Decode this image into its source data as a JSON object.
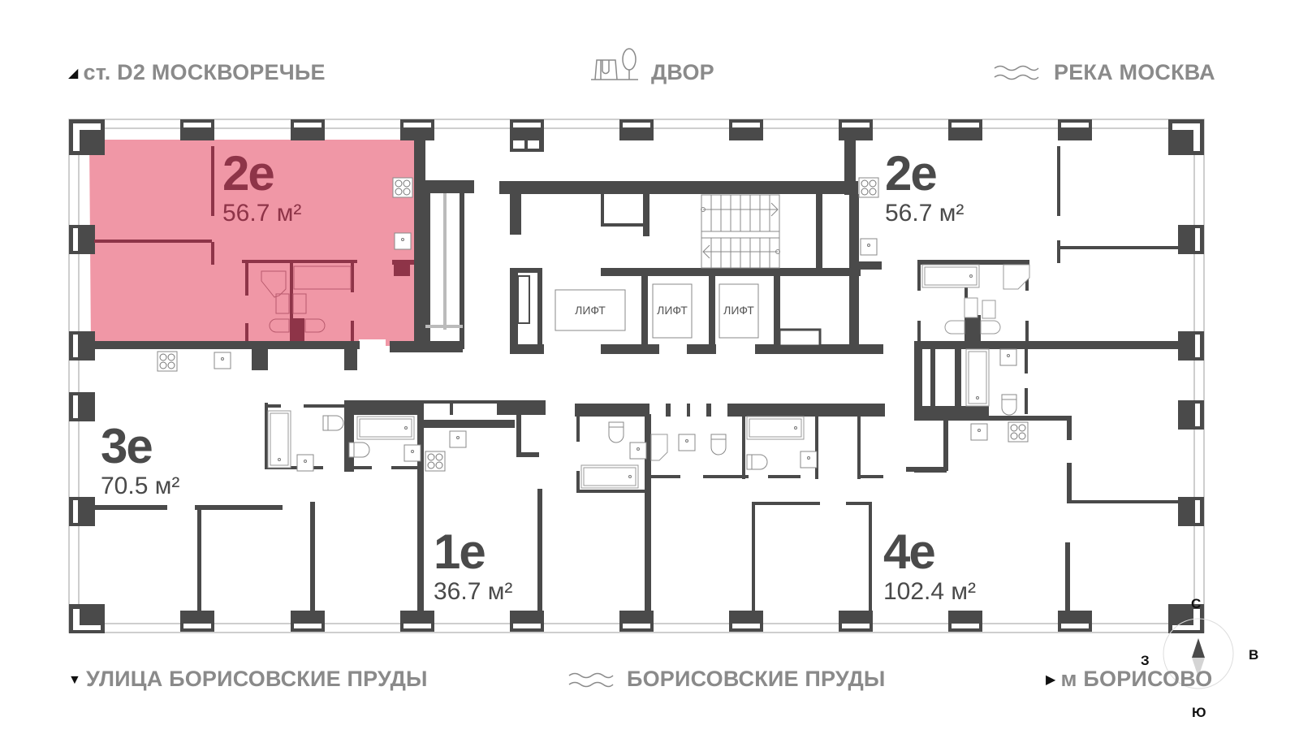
{
  "header": {
    "left_label": "ст. D2 МОСКВОРЕЧЬЕ",
    "left_icon": "triangle-pointer-icon",
    "center_label": "ДВОР",
    "center_icon": "courtyard-playground-tree-icon",
    "right_label": "РЕКА МОСКВА",
    "right_icon": "water-waves-icon"
  },
  "footer": {
    "left_label": "УЛИЦА БОРИСОВСКИЕ ПРУДЫ",
    "left_icon": "triangle-down-icon",
    "center_label": "БОРИСОВСКИЕ ПРУДЫ",
    "center_icon": "water-waves-icon",
    "right_label": "м БОРИСОВО",
    "right_icon": "triangle-right-icon"
  },
  "apartments": [
    {
      "id": "apt-2e-left",
      "type": "2е",
      "area": "56.7 м²",
      "selected": true
    },
    {
      "id": "apt-2e-right",
      "type": "2е",
      "area": "56.7 м²",
      "selected": false
    },
    {
      "id": "apt-3e",
      "type": "3е",
      "area": "70.5 м²",
      "selected": false
    },
    {
      "id": "apt-1e",
      "type": "1е",
      "area": "36.7 м²",
      "selected": false
    },
    {
      "id": "apt-4e",
      "type": "4е",
      "area": "102.4 м²",
      "selected": false
    }
  ],
  "lifts": [
    "ЛИФТ",
    "ЛИФТ",
    "ЛИФТ"
  ],
  "compass": {
    "north": "С",
    "south": "Ю",
    "east": "В",
    "west": "З"
  },
  "colors": {
    "selected_fill": "#f097a6",
    "selected_text": "#8e3448",
    "wall": "#4a4a4a",
    "label_text": "#8a8a8a"
  }
}
